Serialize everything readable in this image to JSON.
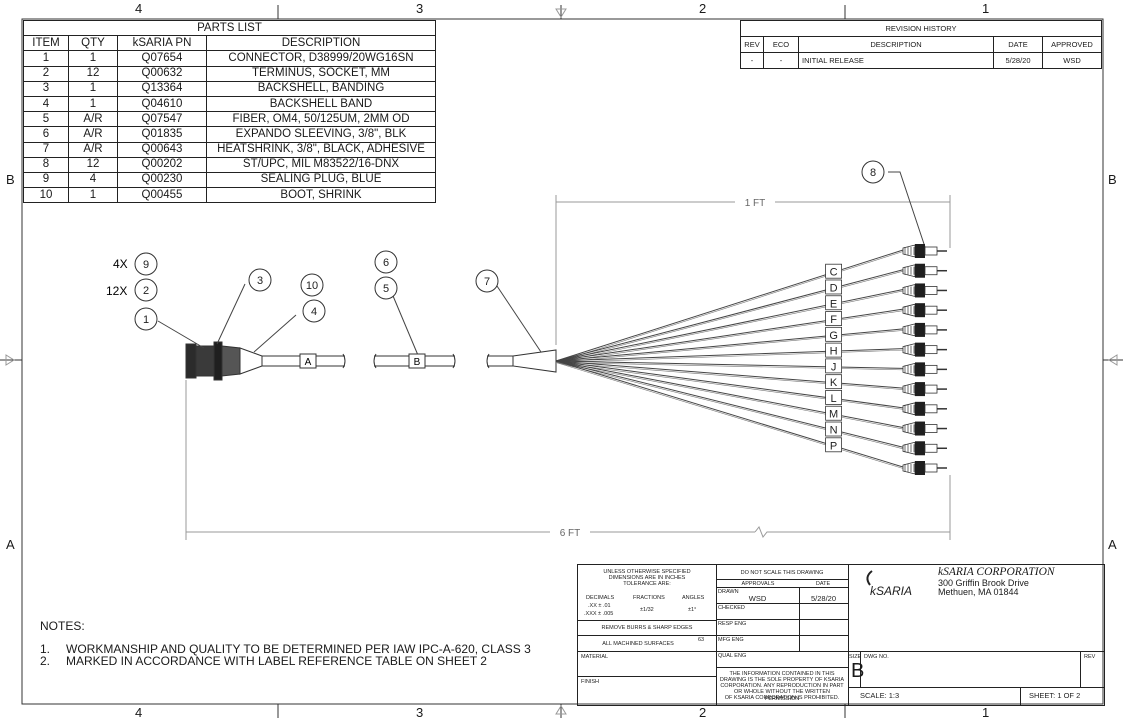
{
  "zones": {
    "top": [
      "4",
      "3",
      "2",
      "1"
    ],
    "bottom": [
      "4",
      "3",
      "2",
      "1"
    ],
    "left": [
      "B",
      "A"
    ],
    "right": [
      "B",
      "A"
    ]
  },
  "parts_list": {
    "title": "PARTS LIST",
    "headers": [
      "ITEM",
      "QTY",
      "kSARIA PN",
      "DESCRIPTION"
    ],
    "rows": [
      [
        "1",
        "1",
        "Q07654",
        "CONNECTOR, D38999/20WG16SN"
      ],
      [
        "2",
        "12",
        "Q00632",
        "TERMINUS, SOCKET, MM"
      ],
      [
        "3",
        "1",
        "Q13364",
        "BACKSHELL, BANDING"
      ],
      [
        "4",
        "1",
        "Q04610",
        "BACKSHELL BAND"
      ],
      [
        "5",
        "A/R",
        "Q07547",
        "FIBER, OM4, 50/125UM, 2MM OD"
      ],
      [
        "6",
        "A/R",
        "Q01835",
        "EXPANDO SLEEVING, 3/8\", BLK"
      ],
      [
        "7",
        "A/R",
        "Q00643",
        "HEATSHRINK, 3/8\", BLACK, ADHESIVE"
      ],
      [
        "8",
        "12",
        "Q00202",
        "ST/UPC, MIL M83522/16-DNX"
      ],
      [
        "9",
        "4",
        "Q00230",
        "SEALING PLUG, BLUE"
      ],
      [
        "10",
        "1",
        "Q00455",
        "BOOT, SHRINK"
      ]
    ]
  },
  "revision_history": {
    "title": "REVISION HISTORY",
    "headers": [
      "REV",
      "ECO",
      "DESCRIPTION",
      "DATE",
      "APPROVED"
    ],
    "rows": [
      [
        "-",
        "-",
        "INITIAL RELEASE",
        "5/28/20",
        "WSD"
      ]
    ]
  },
  "drawing": {
    "dim_top": "1 FT",
    "dim_bottom": "6 FT",
    "segment_labels": [
      "A",
      "B"
    ],
    "leg_labels": [
      "C",
      "D",
      "E",
      "F",
      "G",
      "H",
      "J",
      "K",
      "L",
      "M",
      "N",
      "P"
    ],
    "balloons": [
      "9",
      "2",
      "1",
      "3",
      "10",
      "4",
      "6",
      "5",
      "7",
      "8"
    ],
    "qty_4x": "4X",
    "qty_12x": "12X"
  },
  "notes": {
    "title": "NOTES:",
    "items": [
      {
        "num": "1.",
        "text": "WORKMANSHIP AND QUALITY TO BE DETERMINED PER IAW IPC-A-620, CLASS 3"
      },
      {
        "num": "2.",
        "text": "MARKED IN ACCORDANCE WITH LABEL REFERENCE TABLE ON SHEET 2"
      }
    ]
  },
  "title_block": {
    "tolerance_1": "UNLESS OTHERWISE SPECIFIED",
    "tolerance_2": "DIMENSIONS ARE IN INCHES",
    "tolerance_3": "TOLERANCE ARE:",
    "decimals": "DECIMALS",
    "fractions": "FRACTIONS",
    "angles": "ANGLES",
    "dec_1": ".XX ± .01",
    "dec_2": ".XXX ± .005",
    "frac_val": "±1/32",
    "ang_val": "±1°",
    "burrs": "REMOVE BURRS & SHARP EDGES",
    "machined": "ALL MACHINED SURFACES",
    "machined_val": "63",
    "material": "MATERIAL",
    "finish": "FINISH",
    "do_not_scale": "DO NOT SCALE THIS DRAWING",
    "approvals": "APPROVALS",
    "date": "DATE",
    "drawn": "DRAWN",
    "drawn_by": "WSD",
    "drawn_date": "5/28/20",
    "checked": "CHECKED",
    "resp_eng": "RESP ENG",
    "mfg_eng": "MFG ENG",
    "qual_eng": "QUAL ENG",
    "proprietary_1": "THE INFORMATION CONTAINED IN THIS",
    "proprietary_2": "DRAWING IS THE SOLE PROPERTY OF KSARIA",
    "proprietary_3": "CORPORATION. ANY REPRODUCTION IN PART",
    "proprietary_4": "OR WHOLE WITHOUT THE WRITTEN PERMISSION",
    "proprietary_5": "OF KSARIA CORPORATION IS PROHIBITED.",
    "logo_text": "kSARIA",
    "company": "kSARIA CORPORATION",
    "address_1": "300 Griffin Brook Drive",
    "address_2": "Methuen, MA 01844",
    "size_label": "SIZE",
    "size": "B",
    "dwg_no": "DWG NO.",
    "rev": "REV",
    "scale": "SCALE: 1:3",
    "sheet": "SHEET: 1 OF 2"
  }
}
